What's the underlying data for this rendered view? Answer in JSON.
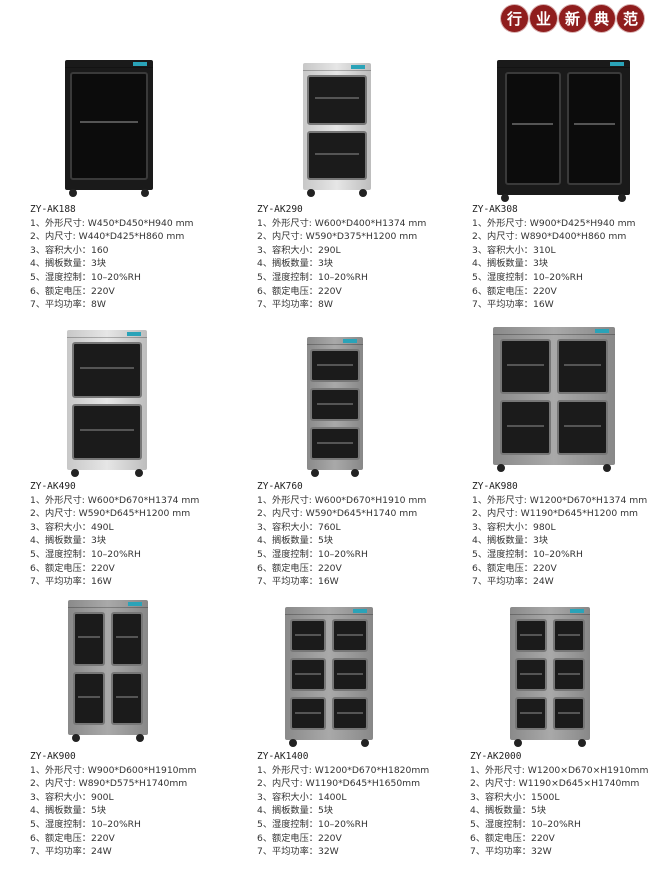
{
  "header": {
    "badge_chars": [
      "行",
      "业",
      "新",
      "典",
      "范"
    ]
  },
  "products": [
    {
      "model": "ZY-AK188",
      "specs": [
        "1、外形尺寸: W450*D450*H940 mm",
        "2、内尺寸: W440*D425*H860 mm",
        "3、容积大小：160",
        "4、搁板数量：3块",
        "5、湿度控制：10–20%RH",
        "6、额定电压：220V",
        "7、平均功率：8W"
      ]
    },
    {
      "model": "ZY-AK290",
      "specs": [
        "1、外形尺寸: W600*D400*H1374 mm",
        "2、内尺寸: W590*D375*H1200 mm",
        "3、容积大小：290L",
        "4、搁板数量：3块",
        "5、湿度控制：10–20%RH",
        "6、额定电压：220V",
        "7、平均功率：8W"
      ]
    },
    {
      "model": "ZY-AK308",
      "specs": [
        "1、外形尺寸: W900*D425*H940 mm",
        "2、内尺寸: W890*D400*H860 mm",
        "3、容积大小：310L",
        "4、搁板数量：3块",
        "5、湿度控制：10–20%RH",
        "6、额定电压：220V",
        "7、平均功率：16W"
      ]
    },
    {
      "model": "ZY-AK490",
      "specs": [
        "1、外形尺寸: W600*D670*H1374 mm",
        "2、内尺寸: W590*D645*H1200 mm",
        "3、容积大小：490L",
        "4、搁板数量：3块",
        "5、湿度控制：10–20%RH",
        "6、额定电压：220V",
        "7、平均功率：16W"
      ]
    },
    {
      "model": "ZY-AK760",
      "specs": [
        "1、外形尺寸: W600*D670*H1910 mm",
        "2、内尺寸: W590*D645*H1740 mm",
        "3、容积大小：760L",
        "4、搁板数量：5块",
        "5、湿度控制：10–20%RH",
        "6、额定电压：220V",
        "7、平均功率：16W"
      ]
    },
    {
      "model": "ZY-AK980",
      "specs": [
        "1、外形尺寸: W1200*D670*H1374 mm",
        "2、内尺寸: W1190*D645*H1200 mm",
        "3、容积大小：980L",
        "4、搁板数量：3块",
        "5、湿度控制：10–20%RH",
        "6、额定电压：220V",
        "7、平均功率：24W"
      ]
    },
    {
      "model": "ZY-AK900",
      "specs": [
        "1、外形尺寸: W900*D600*H1910mm",
        "2、内尺寸: W890*D575*H1740mm",
        "3、容积大小：900L",
        "4、搁板数量：5块",
        "5、湿度控制：10–20%RH",
        "6、额定电压：220V",
        "7、平均功率：24W"
      ]
    },
    {
      "model": "ZY-AK1400",
      "specs": [
        "1、外形尺寸: W1200*D670*H1820mm",
        "2、内尺寸: W1190*D645*H1650mm",
        "3、容积大小：1400L",
        "4、搁板数量：5块",
        "5、湿度控制：10–20%RH",
        "6、额定电压：220V",
        "7、平均功率：32W"
      ]
    },
    {
      "model": "ZY-AK2000",
      "specs": [
        "1、外形尺寸: W1200×D670×H1910mm",
        "2、内尺寸: W1190×D645×H1740mm",
        "3、容积大小：1500L",
        "4、搁板数量：5块",
        "5、湿度控制：10–20%RH",
        "6、额定电压：220V",
        "7、平均功率：32W"
      ]
    }
  ]
}
